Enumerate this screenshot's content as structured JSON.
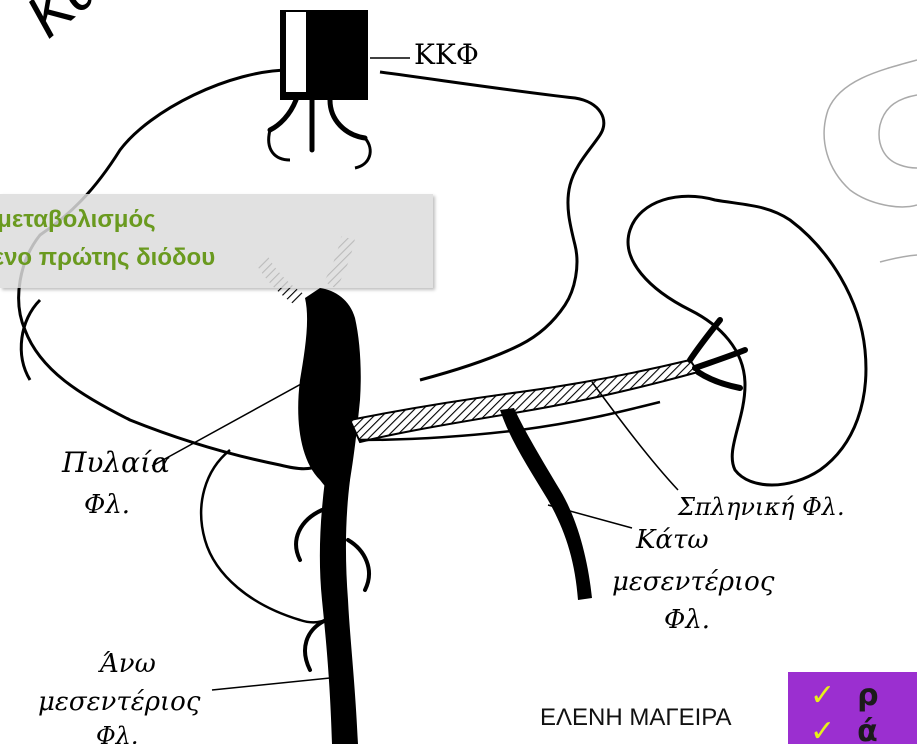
{
  "slide": {
    "corner_title": "Κα",
    "callout": {
      "line1": "ς μεταβολισμός",
      "line2": "μενο πρώτης διόδου"
    },
    "author": "ΕΛΕΝΗ ΜΑΓΕΙΡΑ",
    "purple_box": {
      "row1_check": "✓",
      "row1_text": "ρ",
      "row2_check": "✓",
      "row2_text": "ά"
    }
  },
  "diagram": {
    "labels": {
      "ivc": "ΚΚΦ",
      "portal_1": "Πυλαία",
      "portal_2": "Φλ.",
      "splenic": "Σπληνική Φλ.",
      "inferior_1": "Κάτω",
      "inferior_2": "μεσεντέριος",
      "inferior_3": "Φλ.",
      "superior_1": "Άνω",
      "superior_2": "μεσεντέριος",
      "superior_3": "Φλ."
    }
  }
}
